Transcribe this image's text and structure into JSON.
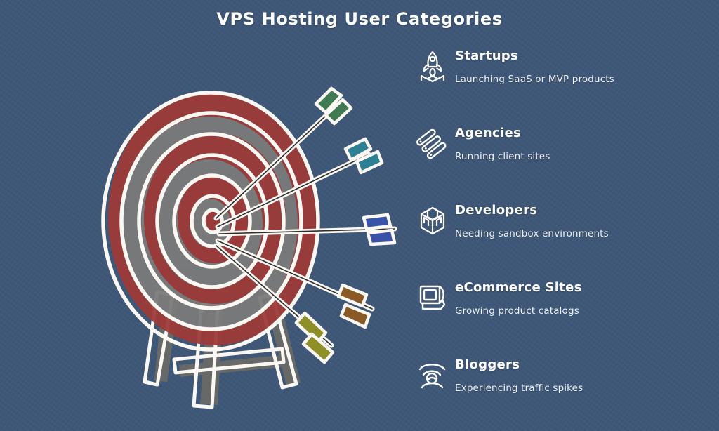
{
  "title": "VPS Hosting User Categories",
  "theme": {
    "background": "#3e5777",
    "text": "#ffffff",
    "desc_text": "#eef2f7",
    "target_red": "#9e3a38",
    "target_gray": "#7b7b7b",
    "outline": "#fbf8f4",
    "shadow": "#5f5f5f"
  },
  "illustration": {
    "name": "archery-target-with-arrows",
    "arrows": [
      {
        "id": "arrow-1",
        "fletching_color": "#3f7a52"
      },
      {
        "id": "arrow-2",
        "fletching_color": "#2d7f94"
      },
      {
        "id": "arrow-3",
        "fletching_color": "#3a53a8"
      },
      {
        "id": "arrow-4",
        "fletching_color": "#8a5a26"
      },
      {
        "id": "arrow-5",
        "fletching_color": "#8f8f2a"
      }
    ]
  },
  "categories": [
    {
      "icon": "rocket-icon",
      "title": "Startups",
      "desc": "Launching SaaS or MVP products"
    },
    {
      "icon": "stacked-servers-icon",
      "title": "Agencies",
      "desc": "Running client sites"
    },
    {
      "icon": "cube-icon",
      "title": "Developers",
      "desc": "Needing sandbox environments"
    },
    {
      "icon": "monitor-icon",
      "title": "eCommerce Sites",
      "desc": "Growing product catalogs"
    },
    {
      "icon": "wifi-person-icon",
      "title": "Bloggers",
      "desc": "Experiencing traffic spikes"
    }
  ]
}
